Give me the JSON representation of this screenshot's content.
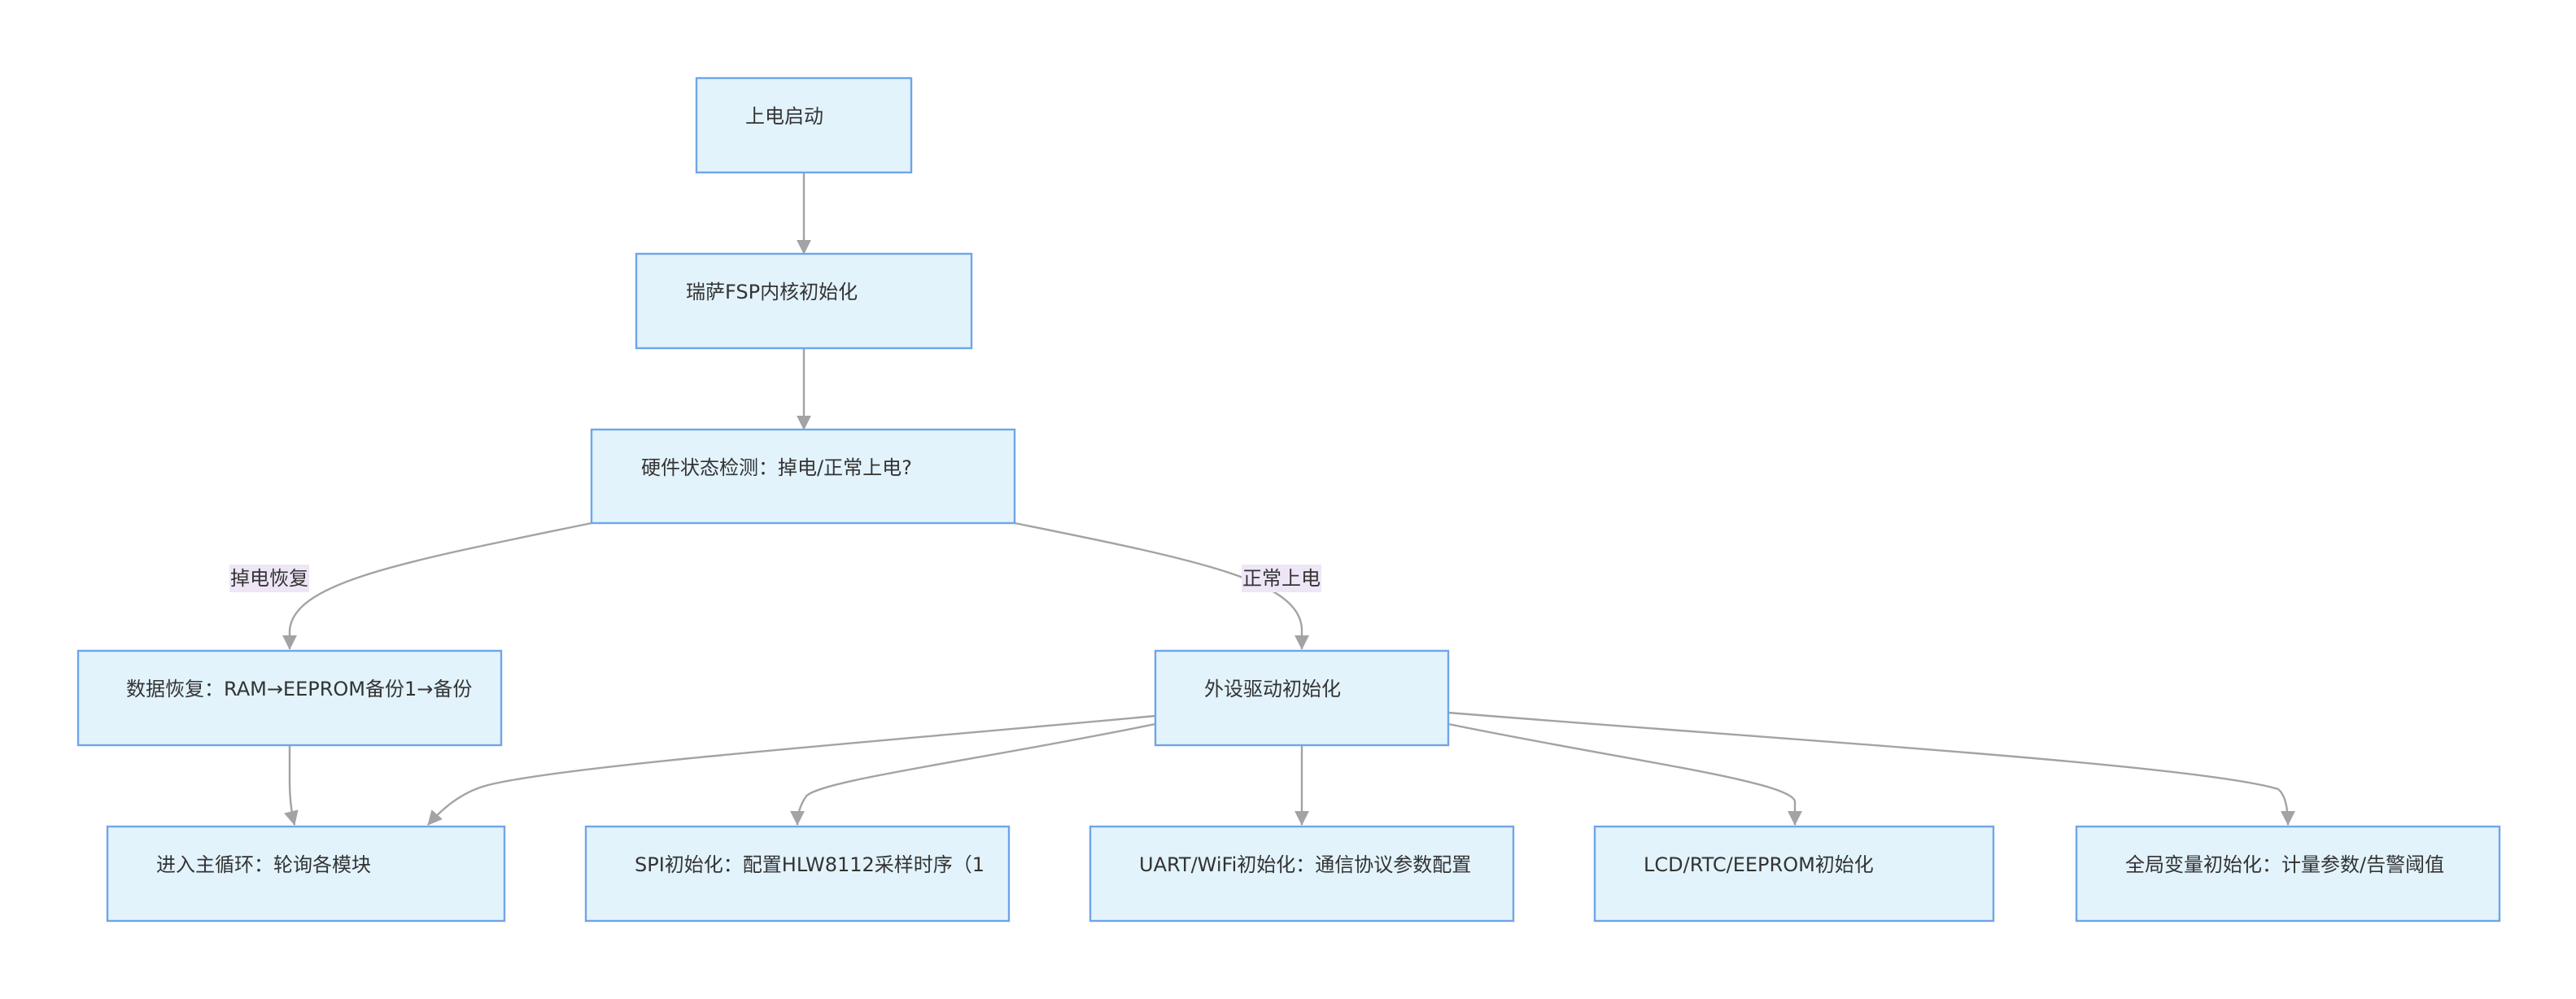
{
  "diagram": {
    "type": "flowchart",
    "direction": "top-down",
    "colors": {
      "node_fill": "#e3f3fc",
      "node_border": "#6fa5e8",
      "edge": "#a3a3a3",
      "edge_label_bg": "#eee6f6",
      "text": "#333333"
    },
    "nodes": {
      "power_on": {
        "label": "上电启动"
      },
      "fsp_init": {
        "label": "瑞萨FSP内核初始化"
      },
      "hw_check": {
        "label": "硬件状态检测：掉电/正常上电?"
      },
      "data_restore": {
        "label": "数据恢复：RAM→EEPROM备份1→备份"
      },
      "periph_init": {
        "label": "外设驱动初始化"
      },
      "main_loop": {
        "label": "进入主循环：轮询各模块"
      },
      "spi_init": {
        "label": "SPI初始化：配置HLW8112采样时序（1"
      },
      "uart_init": {
        "label": "UART/WiFi初始化：通信协议参数配置"
      },
      "lcd_init": {
        "label": "LCD/RTC/EEPROM初始化"
      },
      "global_init": {
        "label": "全局变量初始化：计量参数/告警阈值"
      }
    },
    "edge_labels": {
      "power_fail": "掉电恢复",
      "normal_power": "正常上电"
    },
    "edges": [
      {
        "from": "power_on",
        "to": "fsp_init"
      },
      {
        "from": "fsp_init",
        "to": "hw_check"
      },
      {
        "from": "hw_check",
        "to": "data_restore",
        "label": "掉电恢复"
      },
      {
        "from": "hw_check",
        "to": "periph_init",
        "label": "正常上电"
      },
      {
        "from": "data_restore",
        "to": "main_loop"
      },
      {
        "from": "periph_init",
        "to": "main_loop"
      },
      {
        "from": "periph_init",
        "to": "spi_init"
      },
      {
        "from": "periph_init",
        "to": "uart_init"
      },
      {
        "from": "periph_init",
        "to": "lcd_init"
      },
      {
        "from": "periph_init",
        "to": "global_init"
      }
    ]
  }
}
